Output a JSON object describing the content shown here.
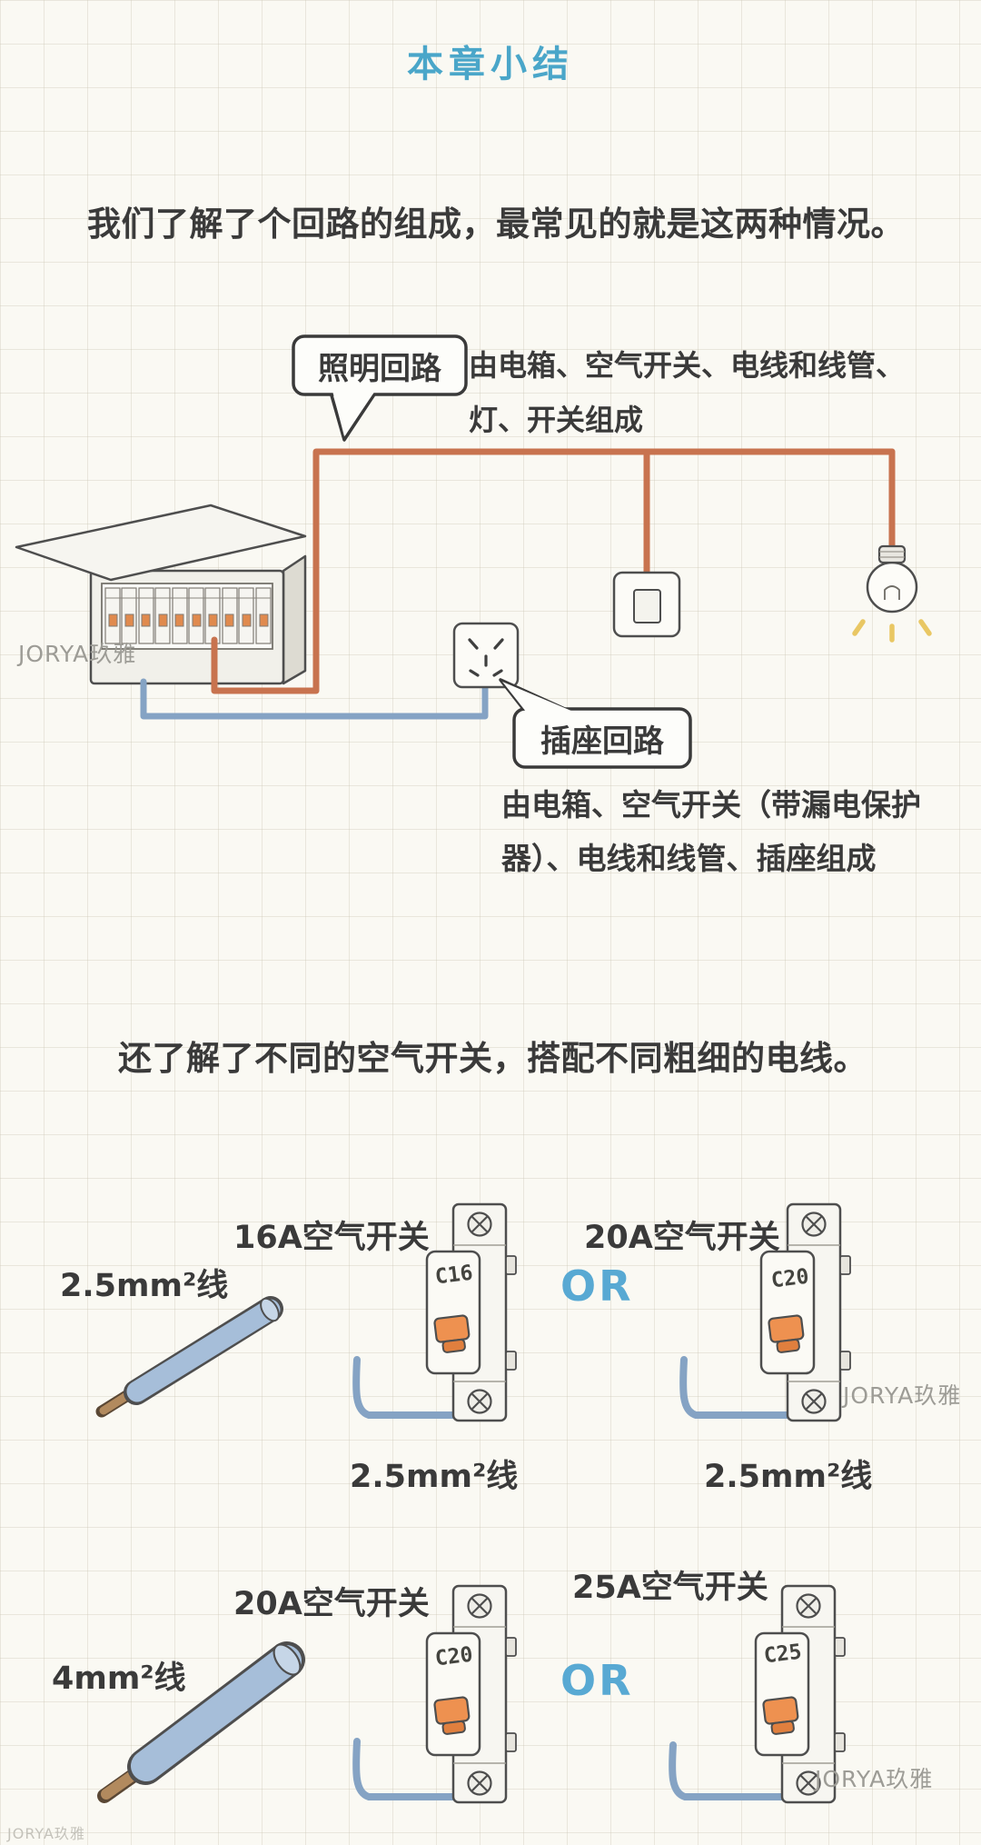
{
  "page": {
    "title": "本章小结",
    "intro": "我们了解了个回路的组成，最常见的就是这两种情况。",
    "section2_heading": "还了解了不同的空气开关，搭配不同粗细的电线。"
  },
  "lighting_circuit": {
    "bubble_label": "照明回路",
    "desc_line1": "由电箱、空气开关、电线和线管、",
    "desc_line2": "灯、开关组成"
  },
  "socket_circuit": {
    "bubble_label": "插座回路",
    "desc_line1": "由电箱、空气开关（带漏电保护",
    "desc_line2": "器）、电线和线管、插座组成"
  },
  "breakers": [
    {
      "title": "16A空气开关",
      "code": "C16",
      "wire_below": "2.5mm²线"
    },
    {
      "title": "20A空气开关",
      "code": "C20",
      "wire_below": "2.5mm²线"
    },
    {
      "title": "20A空气开关",
      "code": "C20"
    },
    {
      "title": "25A空气开关",
      "code": "C25"
    }
  ],
  "cables": [
    {
      "label": "2.5mm²线"
    },
    {
      "label": "4mm²线"
    }
  ],
  "or_label": "OR",
  "watermark": "JORYA玖雅",
  "colors": {
    "title_teal": "#4AA6C9",
    "or_blue": "#58A9D3",
    "wire_orange": "#C8734F",
    "wire_blue": "#85A3C4",
    "toggle_orange": "#EE9150",
    "text_dark": "#3A3A3A"
  }
}
